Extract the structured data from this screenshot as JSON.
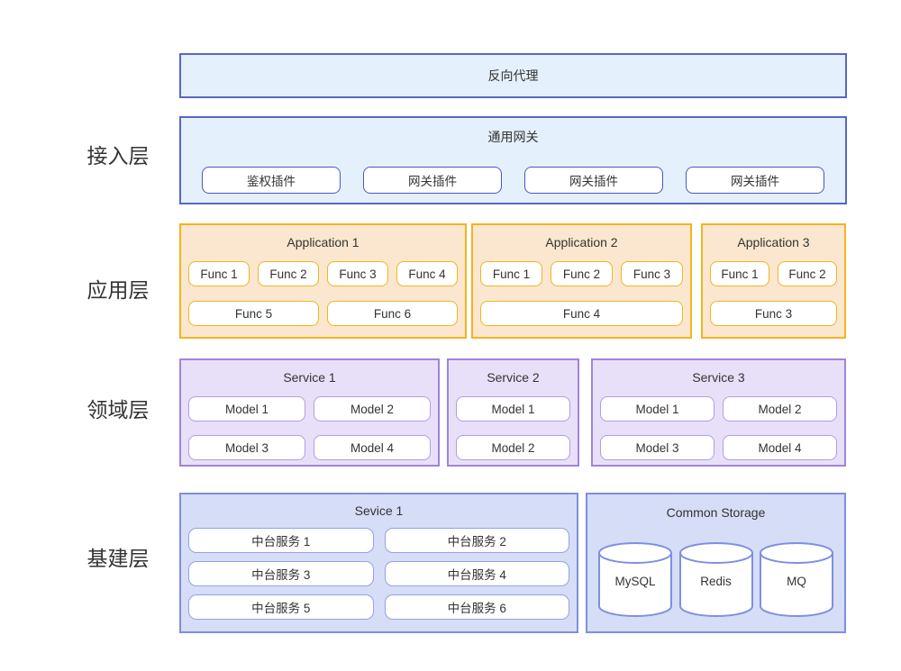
{
  "layers": [
    "接入层",
    "应用层",
    "领域层",
    "基建层"
  ],
  "access": {
    "reverse_proxy_label": "反向代理",
    "gateway_title": "通用网关",
    "plugins": [
      "鉴权插件",
      "网关插件",
      "网关插件",
      "网关插件"
    ]
  },
  "application": {
    "apps": [
      {
        "title": "Application 1",
        "row1": [
          "Func 1",
          "Func 2",
          "Func 3",
          "Func 4"
        ],
        "row2": [
          "Func 5",
          "Func 6"
        ]
      },
      {
        "title": "Application 2",
        "row1": [
          "Func 1",
          "Func 2",
          "Func 3"
        ],
        "row2": [
          "Func 4"
        ]
      },
      {
        "title": "Application 3",
        "row1": [
          "Func 1",
          "Func 2"
        ],
        "row2": [
          "Func 3"
        ]
      }
    ]
  },
  "domain": {
    "services": [
      {
        "title": "Service 1",
        "models": [
          "Model 1",
          "Model 2",
          "Model 3",
          "Model 4"
        ]
      },
      {
        "title": "Service 2",
        "models": [
          "Model 1",
          "Model 2"
        ]
      },
      {
        "title": "Service 3",
        "models": [
          "Model 1",
          "Model 2",
          "Model 3",
          "Model 4"
        ]
      }
    ]
  },
  "infrastructure": {
    "service": {
      "title": "Sevice 1",
      "items": [
        "中台服务 1",
        "中台服务 2",
        "中台服务 3",
        "中台服务 4",
        "中台服务 5",
        "中台服务 6"
      ]
    },
    "storage": {
      "title": "Common Storage",
      "databases": [
        "MySQL",
        "Redis",
        "MQ"
      ]
    }
  },
  "colors": {
    "text": "#333333",
    "access_fill": "#E4F0FB",
    "access_border": "#5A66C5",
    "access_inner_border": "#4A57C6",
    "app_fill": "#FBE7CF",
    "app_border": "#F3B41E",
    "domain_fill": "#E8E0F8",
    "domain_border": "#9E85D8",
    "domain_inner_border": "#B29CE0",
    "infra_fill": "#D6DDF6",
    "infra_border": "#7D8FE1",
    "infra_inner_border": "#91A2EA"
  }
}
